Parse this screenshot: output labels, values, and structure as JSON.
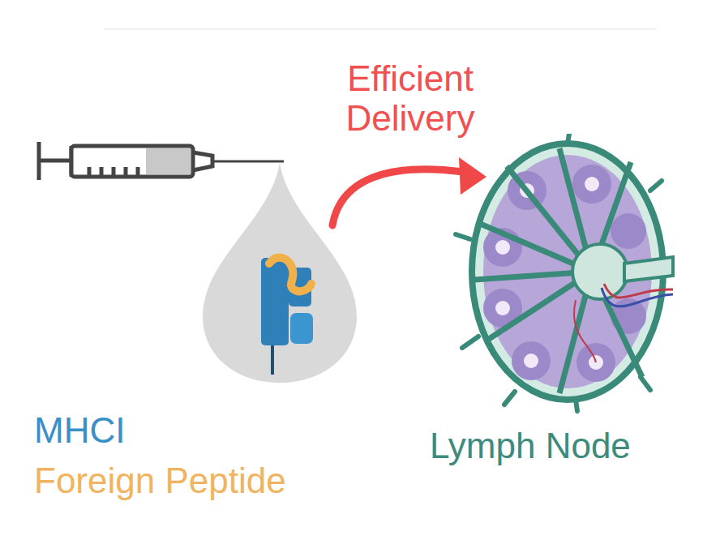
{
  "diagram": {
    "nodes": [
      {
        "text": [
          "Lymph Node"
        ]
      }
    ],
    "labels": [
      "Efficient Delivery",
      "MHCI",
      "Foreign Peptide"
    ]
  }
}
